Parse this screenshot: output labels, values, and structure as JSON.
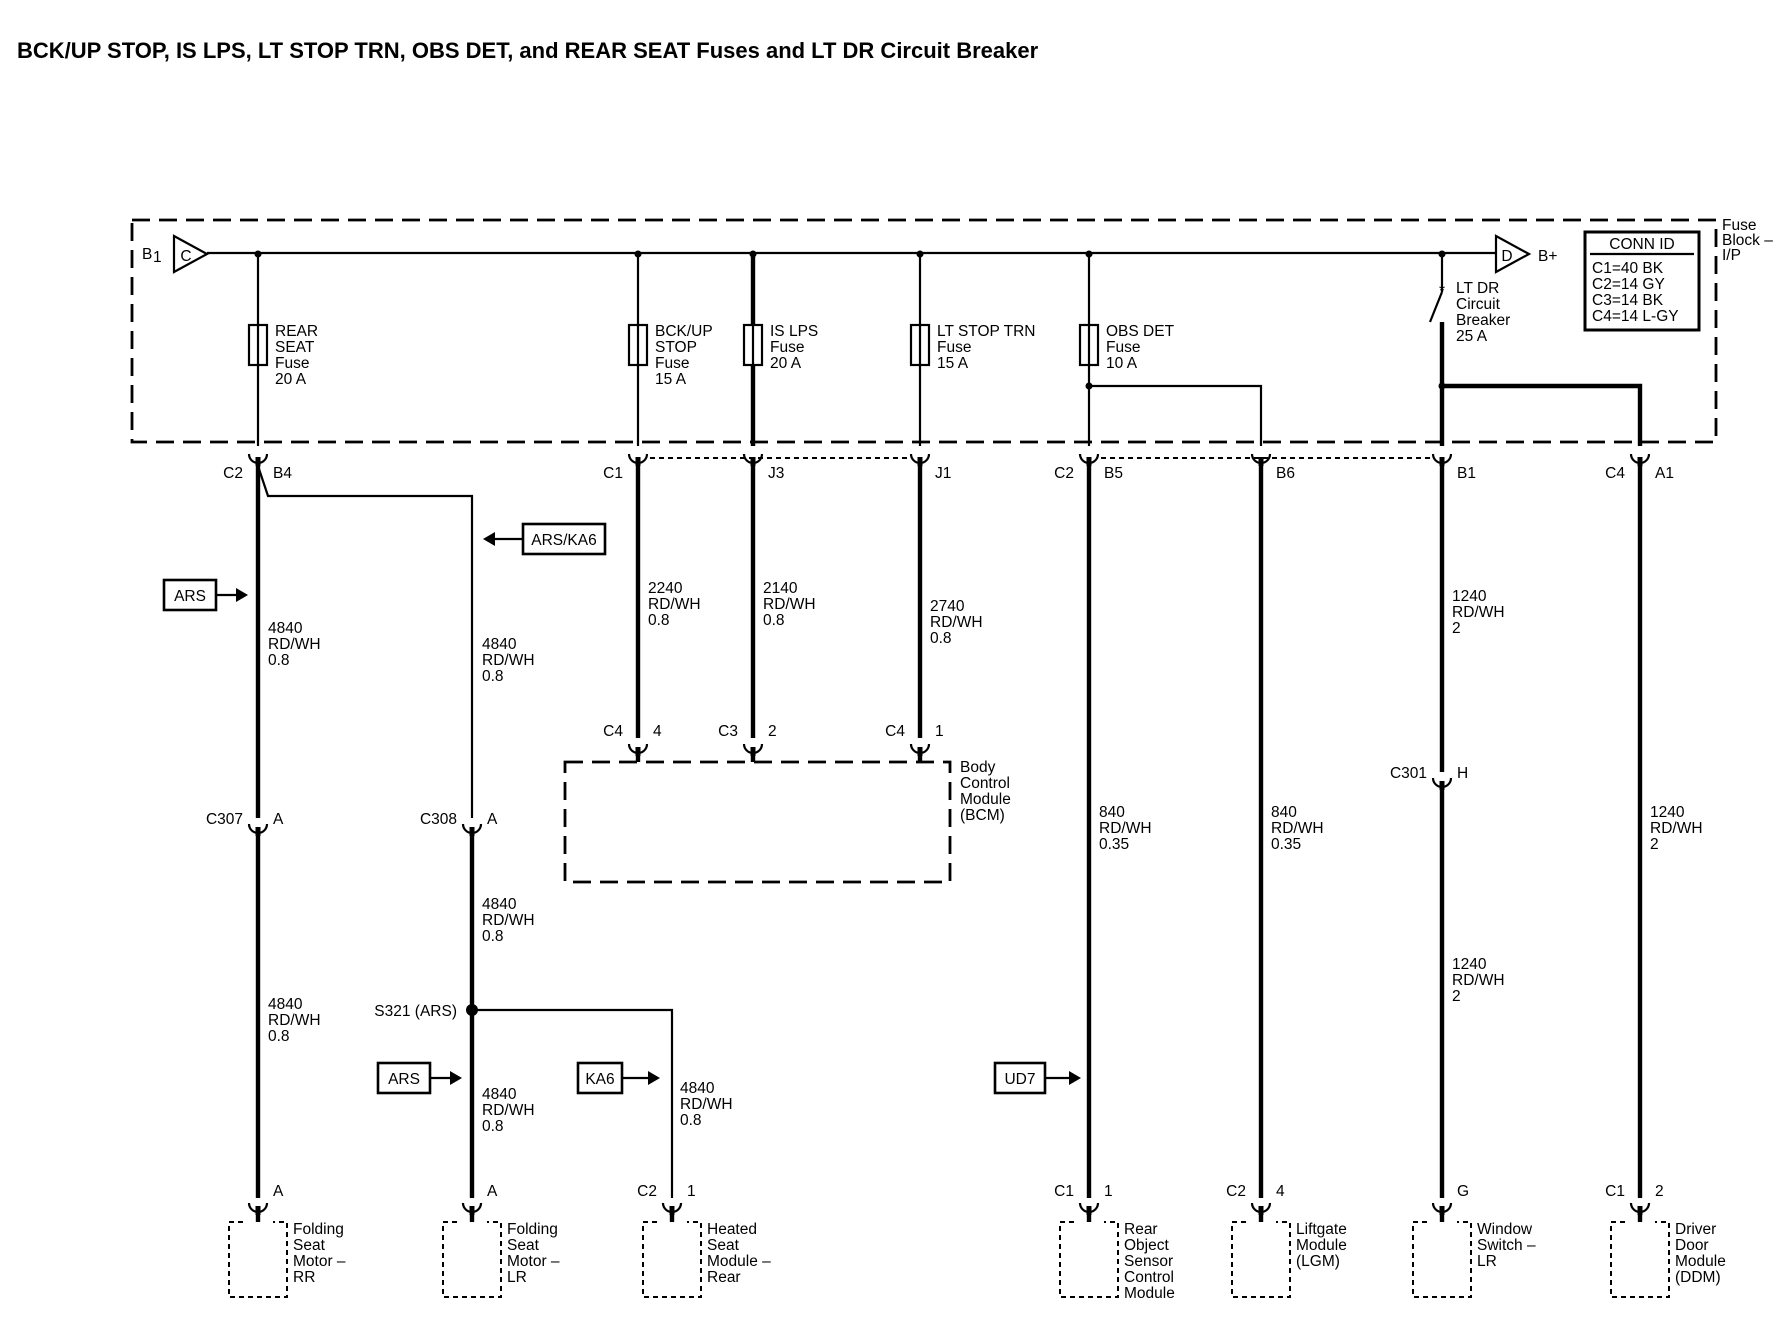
{
  "title": "BCK/UP STOP, IS LPS, LT STOP TRN, OBS DET, and REAR SEAT Fuses and LT DR Circuit Breaker",
  "fuse_block": {
    "lines": [
      "Fuse",
      "Block –",
      "I/P"
    ],
    "b_left": "B",
    "b_left_sub": "1",
    "b_right": "B+",
    "conn_c": "C",
    "conn_d": "D"
  },
  "conn_id": {
    "title": "CONN ID",
    "rows": [
      "C1=40 BK",
      "C2=14 GY",
      "C3=14 BK",
      "C4=14 L-GY"
    ]
  },
  "fuses": [
    {
      "lines": [
        "REAR",
        "SEAT",
        "Fuse",
        "20 A"
      ]
    },
    {
      "lines": [
        "BCK/UP",
        "STOP",
        "Fuse",
        "15 A"
      ]
    },
    {
      "lines": [
        "IS LPS",
        "Fuse",
        "20 A"
      ]
    },
    {
      "lines": [
        "LT STOP TRN",
        "Fuse",
        "15 A"
      ]
    },
    {
      "lines": [
        "OBS DET",
        "Fuse",
        "10 A"
      ]
    }
  ],
  "breaker": {
    "lines": [
      "LT DR",
      "Circuit",
      "Breaker",
      "25 A"
    ]
  },
  "fuse_block_pins": [
    {
      "conn": "C2",
      "pin": "B4"
    },
    {
      "conn": "C1",
      "pin": ""
    },
    {
      "conn": "",
      "pin": "J3"
    },
    {
      "conn": "",
      "pin": "J1"
    },
    {
      "conn": "C2",
      "pin": "B5"
    },
    {
      "conn": "",
      "pin": "B6"
    },
    {
      "conn": "",
      "pin": "B1"
    },
    {
      "conn": "C4",
      "pin": "A1"
    }
  ],
  "wires": [
    {
      "lines": [
        "4840",
        "RD/WH",
        "0.8"
      ]
    },
    {
      "lines": [
        "4840",
        "RD/WH",
        "0.8"
      ]
    },
    {
      "lines": [
        "2240",
        "RD/WH",
        "0.8"
      ]
    },
    {
      "lines": [
        "2140",
        "RD/WH",
        "0.8"
      ]
    },
    {
      "lines": [
        "2740",
        "RD/WH",
        "0.8"
      ]
    },
    {
      "lines": [
        "1240",
        "RD/WH",
        "2"
      ]
    },
    {
      "lines": [
        "4840",
        "RD/WH",
        "0.8"
      ]
    },
    {
      "lines": [
        "4840",
        "RD/WH",
        "0.8"
      ]
    },
    {
      "lines": [
        "840",
        "RD/WH",
        "0.35"
      ]
    },
    {
      "lines": [
        "840",
        "RD/WH",
        "0.35"
      ]
    },
    {
      "lines": [
        "1240",
        "RD/WH",
        "2"
      ]
    },
    {
      "lines": [
        "4840",
        "RD/WH",
        "0.8"
      ]
    },
    {
      "lines": [
        "1240",
        "RD/WH",
        "2"
      ]
    },
    {
      "lines": [
        "4840",
        "RD/WH",
        "0.8"
      ]
    },
    {
      "lines": [
        "4840",
        "RD/WH",
        "0.8"
      ]
    }
  ],
  "option_tags": [
    "ARS",
    "ARS/KA6",
    "ARS",
    "KA6",
    "UD7"
  ],
  "bcm": {
    "lines": [
      "Body",
      "Control",
      "Module",
      "(BCM)"
    ],
    "pins": [
      {
        "conn": "C4",
        "pin": "4"
      },
      {
        "conn": "C3",
        "pin": "2"
      },
      {
        "conn": "C4",
        "pin": "1"
      }
    ]
  },
  "inline_connectors": [
    {
      "conn": "C307",
      "pin": "A"
    },
    {
      "conn": "C308",
      "pin": "A"
    },
    {
      "conn": "C301",
      "pin": "H"
    }
  ],
  "splice": "S321 (ARS)",
  "components": [
    {
      "conn": "",
      "pin": "A",
      "lines": [
        "Folding",
        "Seat",
        "Motor –",
        "RR"
      ]
    },
    {
      "conn": "",
      "pin": "A",
      "lines": [
        "Folding",
        "Seat",
        "Motor –",
        "LR"
      ]
    },
    {
      "conn": "C2",
      "pin": "1",
      "lines": [
        "Heated",
        "Seat",
        "Module –",
        "Rear"
      ]
    },
    {
      "conn": "C1",
      "pin": "1",
      "lines": [
        "Rear",
        "Object",
        "Sensor",
        "Control",
        "Module"
      ]
    },
    {
      "conn": "C2",
      "pin": "4",
      "lines": [
        "Liftgate",
        "Module",
        "(LGM)"
      ]
    },
    {
      "conn": "",
      "pin": "G",
      "lines": [
        "Window",
        "Switch –",
        "LR"
      ]
    },
    {
      "conn": "C1",
      "pin": "2",
      "lines": [
        "Driver",
        "Door",
        "Module",
        "(DDM)"
      ]
    }
  ]
}
